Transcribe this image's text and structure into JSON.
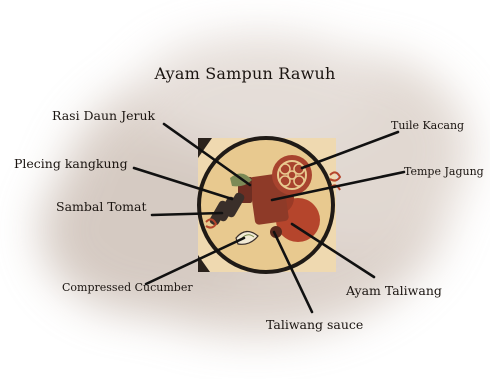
{
  "title": "Ayam Sampun Rawuh",
  "labels": {
    "rasi_daun_jeruk": "Rasi Daun Jeruk",
    "plecing_kangkung": "Plecing kangkung",
    "sambal_tomat": "Sambal Tomat",
    "compressed_cucumber": "Compressed Cucumber",
    "tuile_kacang": "Tuile Kacang",
    "tempe_jagung": "Tempe Jagung",
    "ayam_taliwang": "Ayam Taliwang",
    "taliwang_sauce": "Taliwang sauce"
  },
  "colors": {
    "background_smudge": "#c9b9ae",
    "placemat": "#efd9b0",
    "plate": "#e8c98f",
    "plate_rim": "#1f1a16",
    "ayam": "#b5452c",
    "tuile": "#a8432e",
    "tempe": "#8e3a28",
    "sambal": "#3a2f2a",
    "leader_lines": "#111111"
  }
}
